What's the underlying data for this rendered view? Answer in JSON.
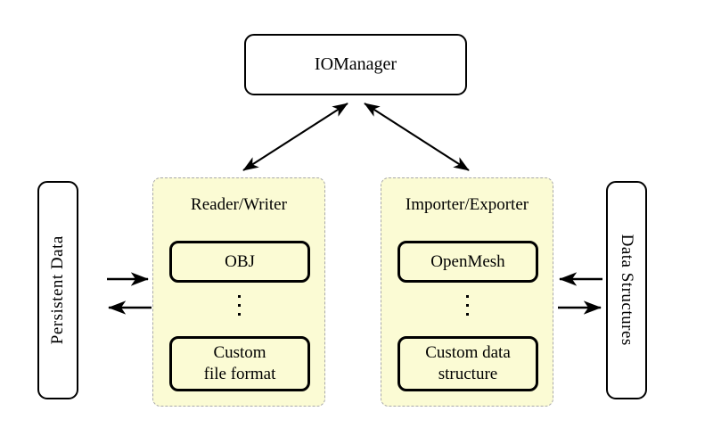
{
  "diagram": {
    "title_node": {
      "label": "IOManager"
    },
    "left_endpoint": {
      "label": "Persistent Data",
      "orientation": "rotated-up"
    },
    "right_endpoint": {
      "label": "Data Structures",
      "orientation": "rotated-down"
    },
    "groups": [
      {
        "id": "reader-writer",
        "title": "Reader/Writer",
        "items": [
          {
            "label": "OBJ"
          },
          {
            "label": "Custom\nfile format",
            "line1": "Custom",
            "line2": "file format"
          }
        ],
        "ellipsis": "⋮"
      },
      {
        "id": "importer-exporter",
        "title": "Importer/Exporter",
        "items": [
          {
            "label": "OpenMesh"
          },
          {
            "label": "Custom data\nstructure",
            "line1": "Custom data",
            "line2": "structure"
          }
        ],
        "ellipsis": "⋮"
      }
    ],
    "connections": [
      {
        "id": "manager-to-reader-writer",
        "from": "IOManager",
        "to": "Reader/Writer",
        "style": "double-headed-diagonal"
      },
      {
        "id": "manager-to-importer-exporter",
        "from": "IOManager",
        "to": "Importer/Exporter",
        "style": "double-headed-diagonal"
      },
      {
        "id": "persistent-data-to-reader-writer",
        "from": "Persistent Data",
        "to": "Reader/Writer",
        "style": "single-headed-right"
      },
      {
        "id": "reader-writer-to-persistent-data",
        "from": "Reader/Writer",
        "to": "Persistent Data",
        "style": "single-headed-left"
      },
      {
        "id": "data-structures-to-importer-exporter",
        "from": "Data Structures",
        "to": "Importer/Exporter",
        "style": "single-headed-left"
      },
      {
        "id": "importer-exporter-to-data-structures",
        "from": "Importer/Exporter",
        "to": "Data Structures",
        "style": "single-headed-right"
      }
    ],
    "colors": {
      "background": "#ffffff",
      "panel_fill": "#fbfbd4",
      "panel_border": "#a9a9a9",
      "node_stroke": "#000000",
      "text": "#000000"
    }
  }
}
